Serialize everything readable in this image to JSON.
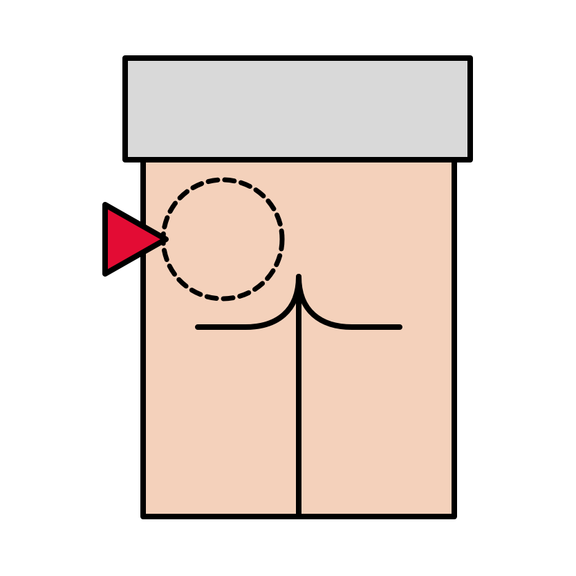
{
  "illustration": {
    "icon": "buttock-injection-site-icon",
    "colors": {
      "skin": "#F4D1BB",
      "waistband": "#D9D9D9",
      "outline": "#000000",
      "marker": "#E30C34",
      "background": "#FFFFFF"
    },
    "target_area": {
      "style": "dashed-circle",
      "quadrant": "upper-outer"
    },
    "pointer": {
      "shape": "triangle",
      "direction": "right"
    }
  }
}
